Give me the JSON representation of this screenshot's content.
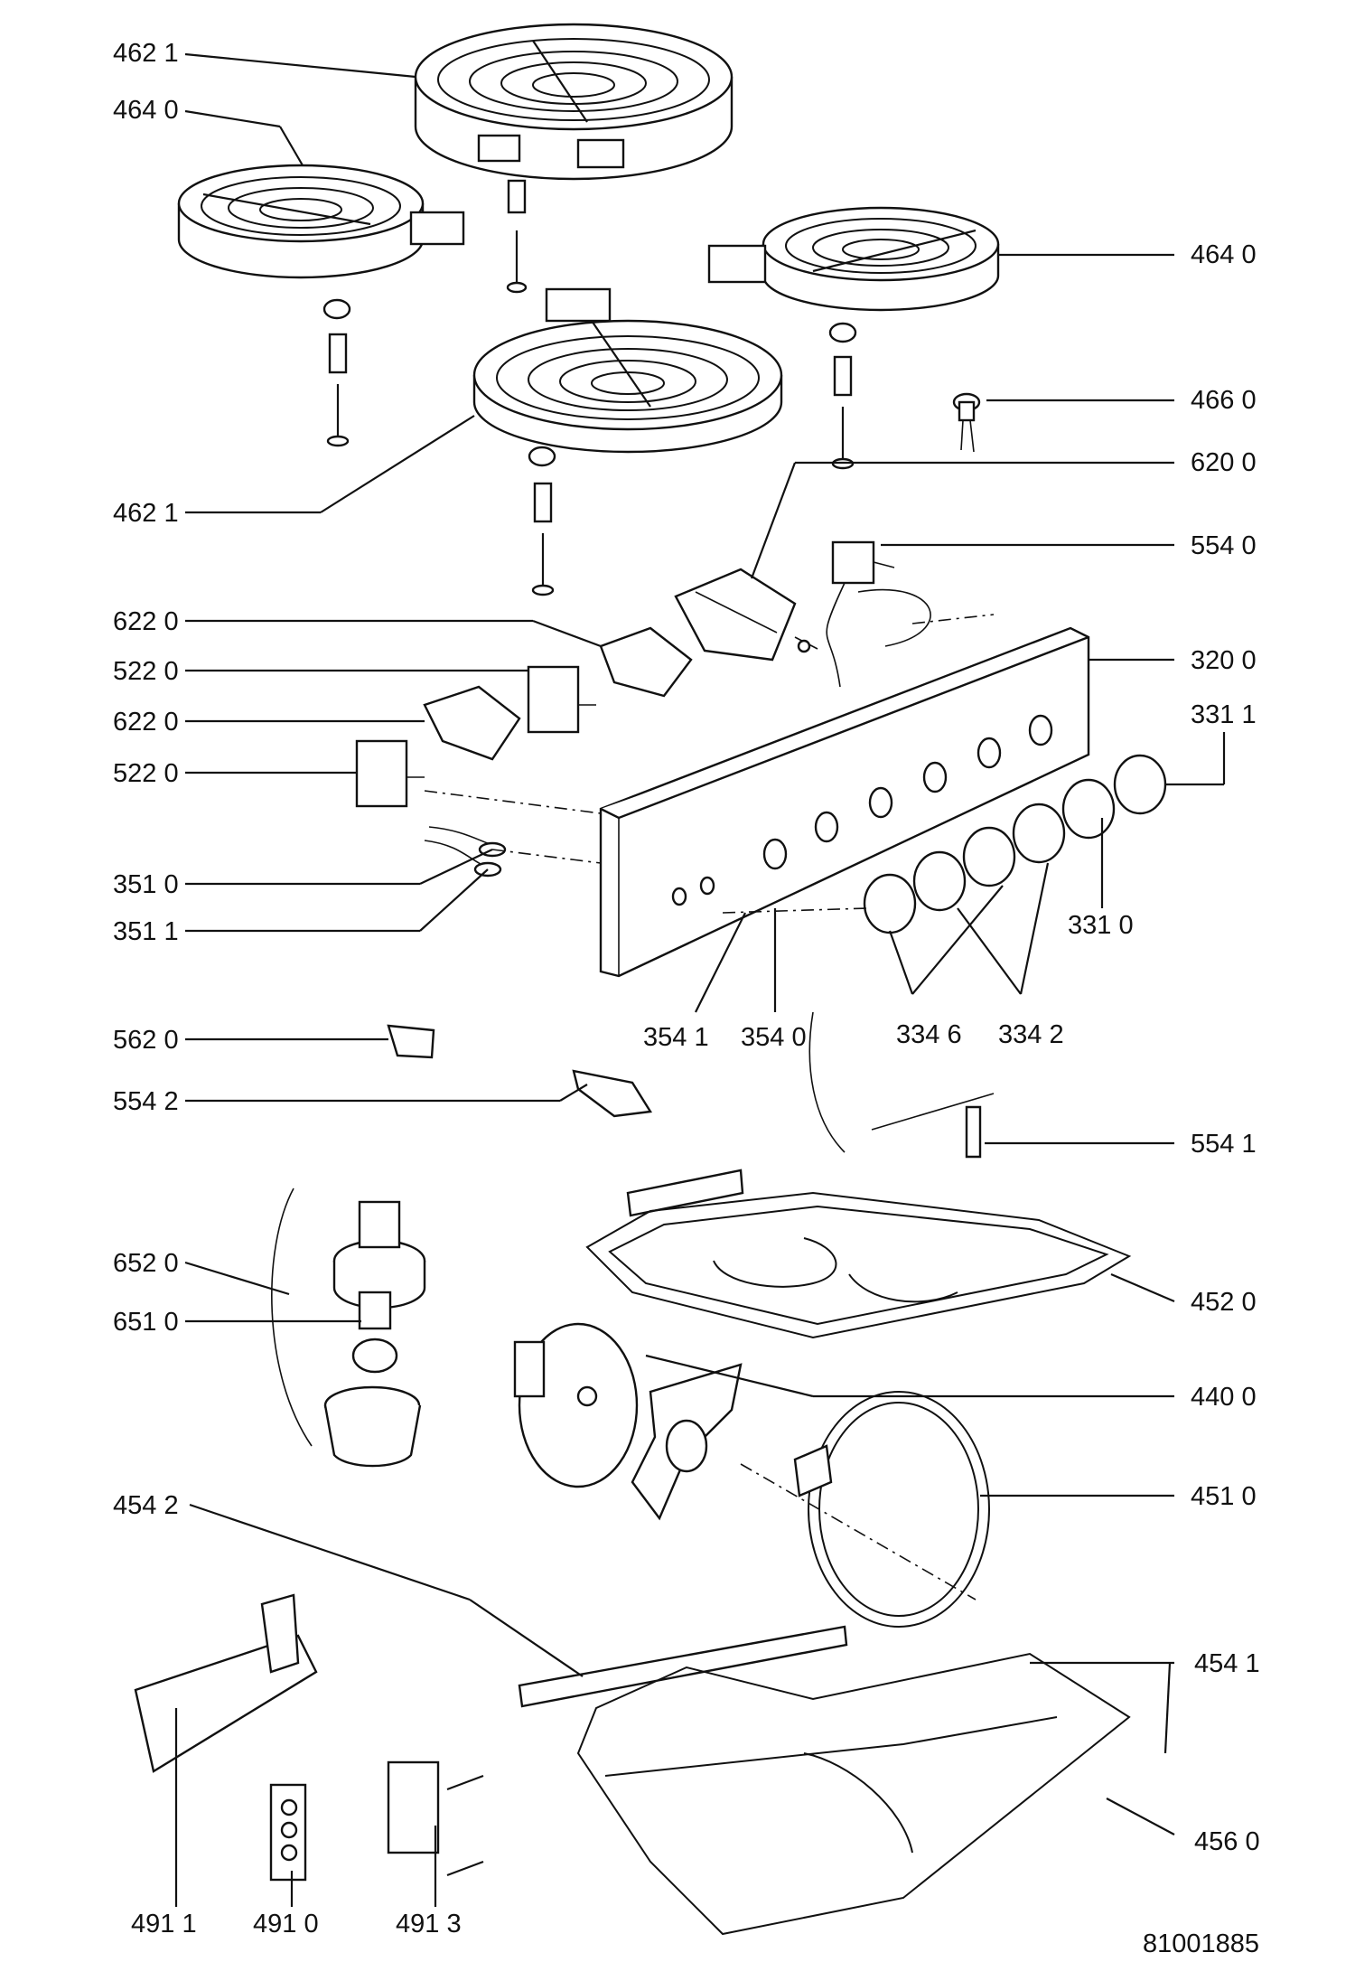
{
  "labels": {
    "l1": "462 1",
    "l2": "464 0",
    "l3": "464 0",
    "l4": "466 0",
    "l5": "462 1",
    "l6": "620 0",
    "l7": "554 0",
    "l8": "622 0",
    "l9": "320 0",
    "l10": "522 0",
    "l11": "622 0",
    "l12": "331 1",
    "l13": "522 0",
    "l14": "351 0",
    "l15": "331 0",
    "l16": "351 1",
    "l17": "354 1",
    "l18": "354 0",
    "l19": "334 6",
    "l20": "334 2",
    "l21": "562 0",
    "l22": "554 2",
    "l23": "554 1",
    "l24": "652 0",
    "l25": "452 0",
    "l26": "651 0",
    "l27": "440 0",
    "l28": "451 0",
    "l29": "454 2",
    "l30": "454 1",
    "l31": "456 0",
    "l32": "491 1",
    "l33": "491 0",
    "l34": "491 3"
  },
  "drawing_number": "81001885"
}
